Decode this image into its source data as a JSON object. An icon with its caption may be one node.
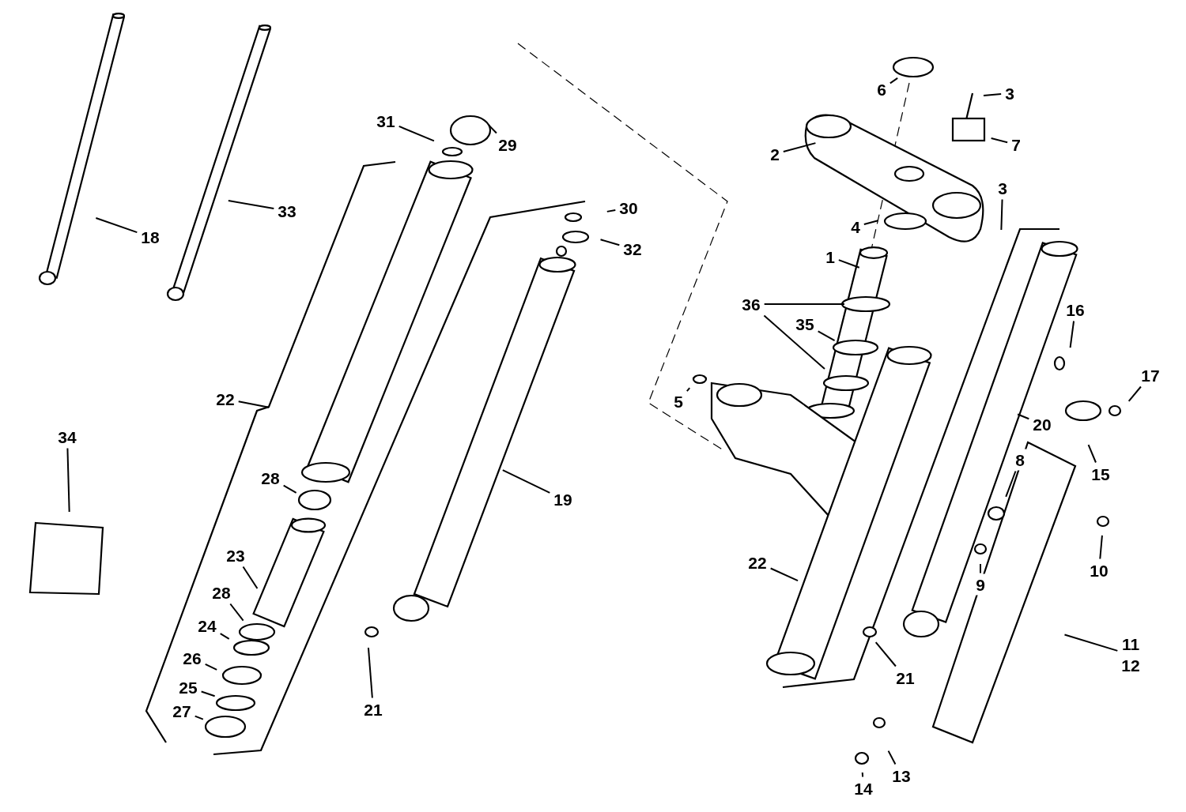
{
  "diagram": {
    "nodes": [
      {
        "text": [
          "6"
        ]
      },
      {
        "text": [
          "3"
        ]
      },
      {
        "text": [
          "31"
        ]
      },
      {
        "text": [
          "29"
        ]
      },
      {
        "text": [
          "7"
        ]
      },
      {
        "text": [
          "2"
        ]
      },
      {
        "text": [
          "3"
        ]
      },
      {
        "text": [
          "30"
        ]
      },
      {
        "text": [
          "33"
        ]
      },
      {
        "text": [
          "4"
        ]
      },
      {
        "text": [
          "18"
        ]
      },
      {
        "text": [
          "32"
        ]
      },
      {
        "text": [
          "1"
        ]
      },
      {
        "text": [
          "36"
        ]
      },
      {
        "text": [
          "16"
        ]
      },
      {
        "text": [
          "35"
        ]
      },
      {
        "text": [
          "17"
        ]
      },
      {
        "text": [
          "22"
        ]
      },
      {
        "text": [
          "5"
        ]
      },
      {
        "text": [
          "20"
        ]
      },
      {
        "text": [
          "34"
        ]
      },
      {
        "text": [
          "8"
        ]
      },
      {
        "text": [
          "15"
        ]
      },
      {
        "text": [
          "28"
        ]
      },
      {
        "text": [
          "19"
        ]
      },
      {
        "text": [
          "23"
        ]
      },
      {
        "text": [
          "22"
        ]
      },
      {
        "text": [
          "10"
        ]
      },
      {
        "text": [
          "9"
        ]
      },
      {
        "text": [
          "28"
        ]
      },
      {
        "text": [
          "24"
        ]
      },
      {
        "text": [
          "11",
          "12"
        ]
      },
      {
        "text": [
          "26"
        ]
      },
      {
        "text": [
          "21"
        ]
      },
      {
        "text": [
          "25"
        ]
      },
      {
        "text": [
          "27"
        ]
      },
      {
        "text": [
          "21"
        ]
      },
      {
        "text": [
          "13"
        ]
      },
      {
        "text": [
          "14"
        ]
      }
    ],
    "edges": [
      {
        "from": 0,
        "to": null,
        "arrow": "none"
      },
      {
        "from": 1,
        "to": null,
        "arrow": "none"
      },
      {
        "from": 2,
        "to": null,
        "arrow": "none"
      },
      {
        "from": 3,
        "to": null,
        "arrow": "none"
      },
      {
        "from": 4,
        "to": null,
        "arrow": "none"
      },
      {
        "from": 5,
        "to": null,
        "arrow": "none"
      },
      {
        "from": 6,
        "to": null,
        "arrow": "none"
      },
      {
        "from": 7,
        "to": null,
        "arrow": "none"
      },
      {
        "from": 8,
        "to": null,
        "arrow": "none"
      },
      {
        "from": 9,
        "to": null,
        "arrow": "none"
      },
      {
        "from": 10,
        "to": null,
        "arrow": "none"
      },
      {
        "from": 11,
        "to": null,
        "arrow": "none"
      },
      {
        "from": 12,
        "to": null,
        "arrow": "none"
      },
      {
        "from": 13,
        "to": null,
        "arrow": "none"
      },
      {
        "from": 13,
        "to": null,
        "arrow": "none"
      },
      {
        "from": 14,
        "to": null,
        "arrow": "none"
      },
      {
        "from": 15,
        "to": null,
        "arrow": "none"
      },
      {
        "from": 16,
        "to": null,
        "arrow": "none"
      },
      {
        "from": 17,
        "to": null,
        "arrow": "none"
      },
      {
        "from": 18,
        "to": null,
        "arrow": "none"
      },
      {
        "from": 19,
        "to": null,
        "arrow": "none"
      },
      {
        "from": 20,
        "to": null,
        "arrow": "none"
      },
      {
        "from": 21,
        "to": null,
        "arrow": "none"
      },
      {
        "from": 22,
        "to": null,
        "arrow": "none"
      },
      {
        "from": 23,
        "to": null,
        "arrow": "none"
      },
      {
        "from": 24,
        "to": null,
        "arrow": "none"
      },
      {
        "from": 25,
        "to": null,
        "arrow": "none"
      },
      {
        "from": 26,
        "to": null,
        "arrow": "none"
      },
      {
        "from": 27,
        "to": null,
        "arrow": "none"
      },
      {
        "from": 28,
        "to": null,
        "arrow": "none"
      },
      {
        "from": 29,
        "to": null,
        "arrow": "none"
      },
      {
        "from": 30,
        "to": null,
        "arrow": "none"
      },
      {
        "from": 31,
        "to": null,
        "arrow": "none"
      },
      {
        "from": 32,
        "to": null,
        "arrow": "none"
      },
      {
        "from": 33,
        "to": null,
        "arrow": "none"
      },
      {
        "from": 34,
        "to": null,
        "arrow": "none"
      },
      {
        "from": 35,
        "to": null,
        "arrow": "none"
      },
      {
        "from": 36,
        "to": null,
        "arrow": "none"
      },
      {
        "from": 37,
        "to": null,
        "arrow": "none"
      },
      {
        "from": 38,
        "to": null,
        "arrow": "none"
      }
    ]
  }
}
